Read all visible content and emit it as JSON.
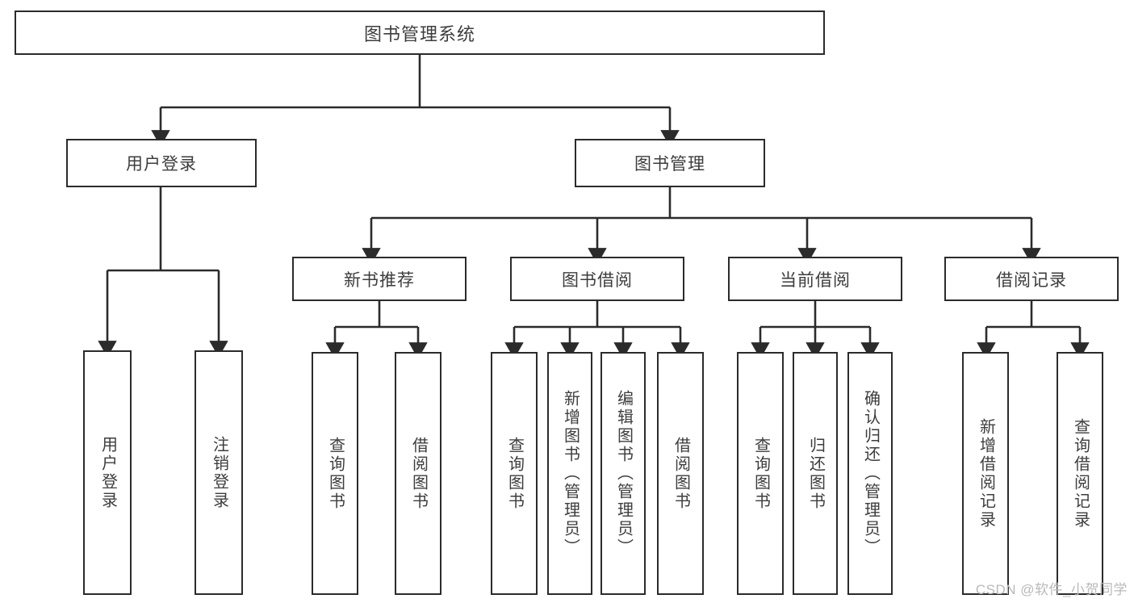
{
  "diagram": {
    "title": "图书管理系统",
    "type": "tree-hierarchy-diagram",
    "watermark": "CSDN @软件_小贺同学",
    "colors": {
      "border": "#2b2b2b",
      "text": "#3d3d3d",
      "background": "#ffffff",
      "watermark": "#b9b9b9"
    },
    "nodes": {
      "root": {
        "label": "图书管理系统"
      },
      "level2": [
        {
          "id": "user-login",
          "label": "用户登录"
        },
        {
          "id": "book-management",
          "label": "图书管理"
        }
      ],
      "level3": [
        {
          "id": "new-book-recommend",
          "label": "新书推荐"
        },
        {
          "id": "book-borrow",
          "label": "图书借阅"
        },
        {
          "id": "current-borrow",
          "label": "当前借阅"
        },
        {
          "id": "borrow-record",
          "label": "借阅记录"
        }
      ],
      "leaves": {
        "user_login": [
          {
            "id": "leaf-user-login",
            "label": "用户登录"
          },
          {
            "id": "leaf-logout",
            "label": "注销登录"
          }
        ],
        "new_book_recommend": [
          {
            "id": "leaf-query-book-1",
            "label": "查询图书"
          },
          {
            "id": "leaf-borrow-book-1",
            "label": "借阅图书"
          }
        ],
        "book_borrow": [
          {
            "id": "leaf-query-book-2",
            "label": "查询图书"
          },
          {
            "id": "leaf-add-book",
            "label": "新增图书（管理员）"
          },
          {
            "id": "leaf-edit-book",
            "label": "编辑图书（管理员）"
          },
          {
            "id": "leaf-borrow-book-2",
            "label": "借阅图书"
          }
        ],
        "current_borrow": [
          {
            "id": "leaf-query-book-3",
            "label": "查询图书"
          },
          {
            "id": "leaf-return-book",
            "label": "归还图书"
          },
          {
            "id": "leaf-confirm-return",
            "label": "确认归还（管理员）"
          }
        ],
        "borrow_record": [
          {
            "id": "leaf-add-record",
            "label": "新增借阅记录"
          },
          {
            "id": "leaf-query-record",
            "label": "查询借阅记录"
          }
        ]
      }
    }
  }
}
